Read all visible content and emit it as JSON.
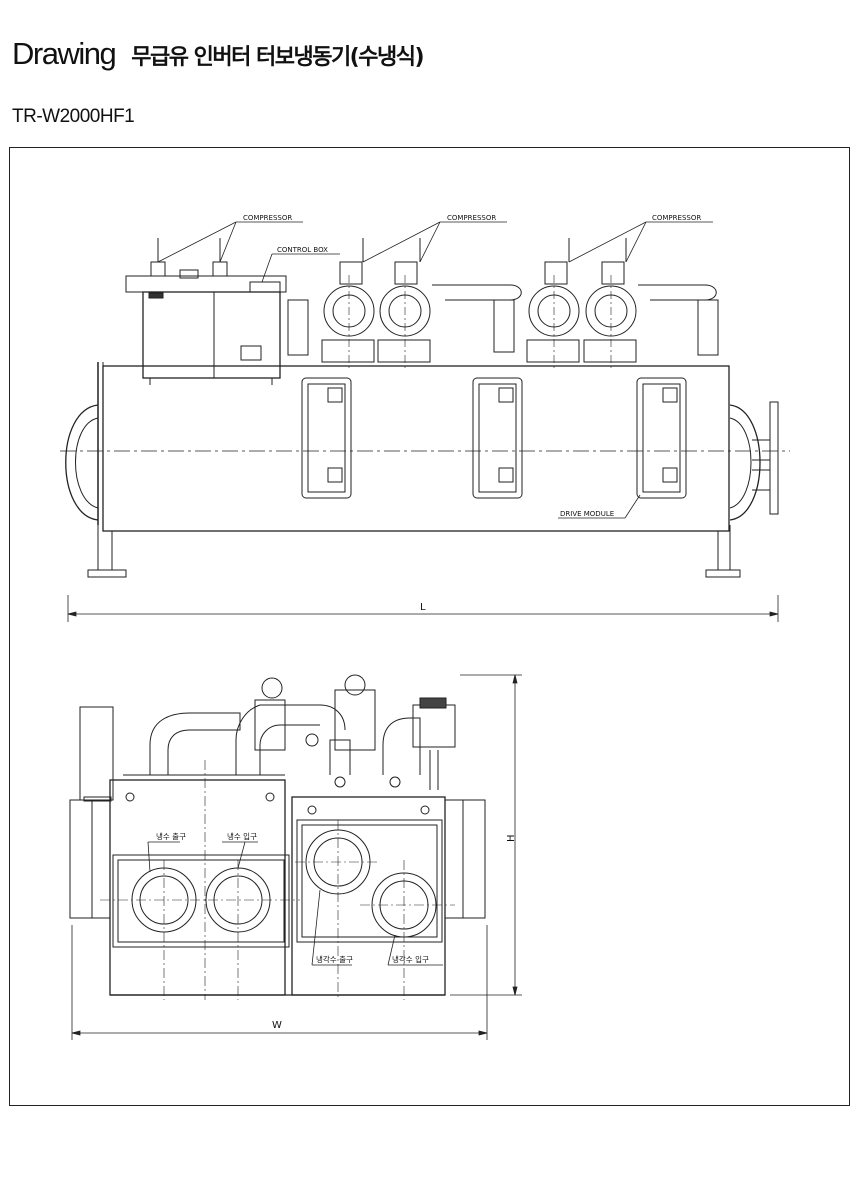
{
  "header": {
    "title_en": "Drawing",
    "title_ko": "무급유 인버터 터보냉동기(수냉식)",
    "model": "TR-W2000HF1"
  },
  "side_view": {
    "labels": {
      "compressor_1": "COMPRESSOR",
      "compressor_2": "COMPRESSOR",
      "compressor_3": "COMPRESSOR",
      "control_box": "CONTROL BOX",
      "drive_module": "DRIVE MODULE"
    },
    "dimension_length": "L"
  },
  "front_view": {
    "labels": {
      "chilled_water_outlet": "냉수 출구",
      "chilled_water_inlet": "냉수 입구",
      "cooling_water_outlet": "냉각수 출구",
      "cooling_water_inlet": "냉각수 입구"
    },
    "dimension_width": "W",
    "dimension_height": "H"
  }
}
